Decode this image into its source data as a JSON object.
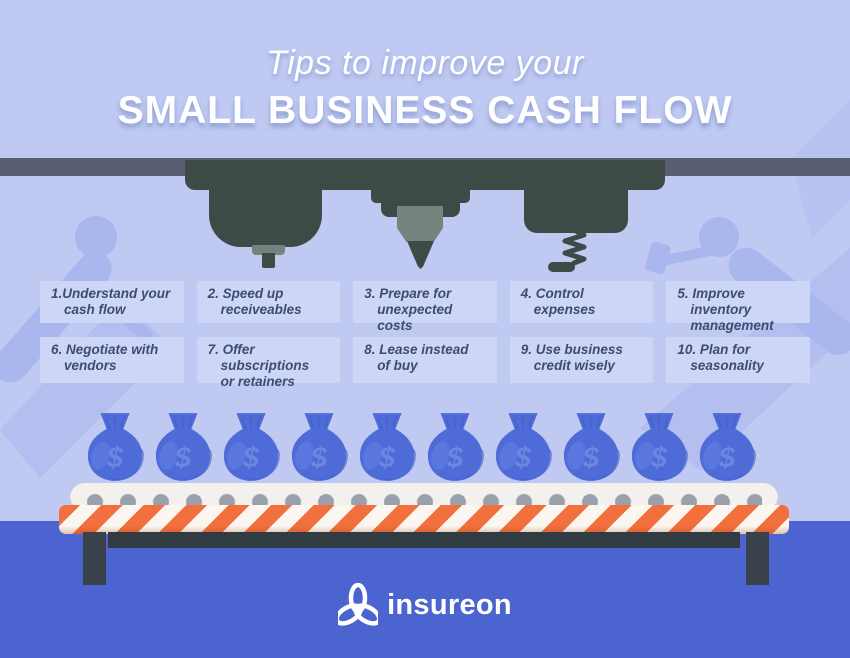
{
  "header": {
    "subtitle": "Tips to improve your",
    "title": "SMALL BUSINESS CASH FLOW"
  },
  "tips": [
    {
      "lines": [
        "1.Understand your",
        "cash flow"
      ]
    },
    {
      "lines": [
        "2. Speed up",
        "receiveables"
      ]
    },
    {
      "lines": [
        "3. Prepare for",
        "unexpected costs"
      ]
    },
    {
      "lines": [
        "4. Control expenses"
      ]
    },
    {
      "lines": [
        "5. Improve inventory",
        "management"
      ]
    },
    {
      "lines": [
        "6. Negotiate with",
        "vendors"
      ]
    },
    {
      "lines": [
        "7. Offer subscriptions",
        "or retainers"
      ]
    },
    {
      "lines": [
        "8. Lease instead",
        "of buy"
      ]
    },
    {
      "lines": [
        "9. Use business",
        "credit wisely"
      ]
    },
    {
      "lines": [
        "10. Plan for",
        "seasonality"
      ]
    }
  ],
  "conveyor": {
    "bag_count": 10,
    "bag_symbol": "$"
  },
  "footer": {
    "brand": "insureon"
  },
  "colors": {
    "bg-top": "#bfc9f2",
    "bg-bottom": "#4b64d0",
    "card-bg": "#cdd6f7",
    "tip-text": "#3d4c72",
    "machine-dark": "#3e4a45",
    "machine-bar": "#585d72",
    "nozzle-gray": "#75827e",
    "silhouette": "#aab6ee",
    "belt-white": "#f2f1ee",
    "roller-gray": "#9aa1ab",
    "stripe-orange": "#f1703d",
    "stripe-white": "#fbf6ef",
    "leg-dark": "#39424a",
    "support-dark": "#313b42",
    "bag-blue": "#4e6bd8",
    "bag-accent": "#6c86e0",
    "text-white": "#ffffff"
  }
}
